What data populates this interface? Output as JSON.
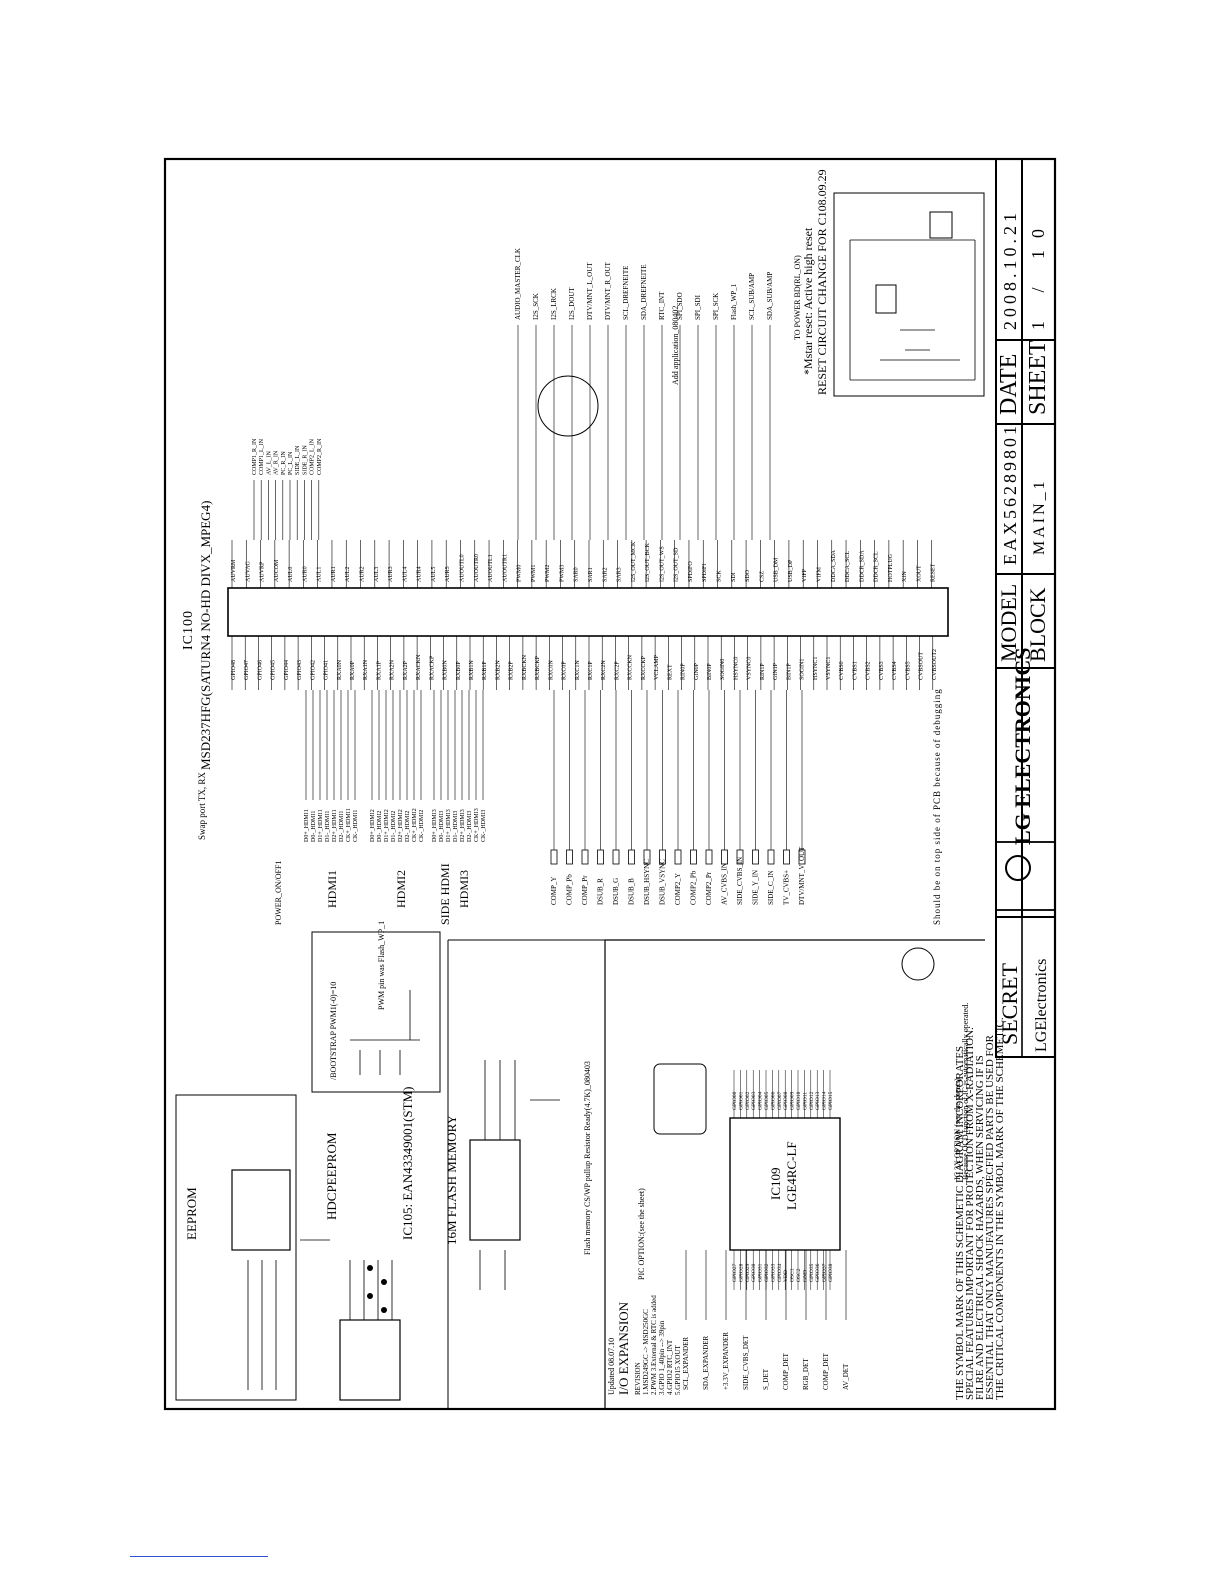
{
  "title_block": {
    "model_label": "MODEL",
    "model_value": "EAX56289801",
    "block_label": "BLOCK",
    "block_value": "MAIN_1",
    "date_label": "DATE",
    "date_value": "2008.10.21",
    "sheet_label": "SHEET",
    "sheet_value": "1 / 10",
    "secret_label": "SECRET",
    "company_small": "LGElectronics",
    "company_logo_text": "LG ELECTRONICS"
  },
  "notes": {
    "safety_lines": [
      "THE SYMBOL MARK OF THIS SCHEMETIC DIAGRAM INCORPORATES",
      "SPECIAL FEATURES IMPORTANT FOR PROTECTION FROM X-RADIATION.",
      "FILRE AND ELECTRICAL SHOCK HAZARDS, WHEN SERVICING IF IS",
      "ESSENTIAL THAT ONLY MANUFATURES SPECFIED PARTS BE USED FOR",
      "THE CRITICAL COMPONENTS IN THE SYMBOL MARK OF THE SCHEMETIC."
    ],
    "debug_note": "Should be on top side of PCB because of debugging",
    "reset_note_1": "*Mstar reset: Active high reset",
    "reset_note_2": "RESET CIRCUIT CHANGE FOR C108.09.29"
  },
  "blocks": {
    "ic100_ref": "IC100",
    "ic100_part": "MSD237HFG(SATURN4 NO-HD DIVX_MPEG4)",
    "eeprom_title": "EEPROM",
    "hdcp_title": "HDCPEEPROM",
    "ic105_label": "IC105: EAN43349001(STM)",
    "flash_title": "16M FLASH MEMORY",
    "io_title": "I/O EXPANSION",
    "ic109_ref": "IC109",
    "ic109_part": "LGE4RC-LF",
    "bootstrap_title": "/BOOTSTRAP PWM1(-0)=10",
    "hdmi1": "HDMI1",
    "hdmi2": "HDMI2",
    "side_hdmi": "SIDE HDMI",
    "hdmi3": "HDMI3",
    "swap_port": "Swap port TX, RX",
    "flash_note": "Flash memory CS/WP pullup Resistor Ready(4.7K)_080403",
    "updated": "Updated 08.07.10",
    "revision_lines": [
      "REVISION",
      "1.MSD249GC -> MSD250GC",
      "2.PWM 3.External & RTC is added",
      "3.GPIO 1_40pin --> 39pin",
      "4.GPIO2 RTC_INT",
      "5.GPIO15 XOUT"
    ],
    "optn_note": "PIC OPTION:(see the sheet)",
    "add_application": "Add application_080402",
    "power_on_off": "POWER_ON/OFF1",
    "pwm_note": "PWM pin was Flash_WP_1",
    "tnf": "TO POWER BD(RL_ON)",
    "ics_note_1": "IC 3X OPTION (see the sheets)",
    "ics_note_2": "Because OCD function of IC is automatically operated."
  },
  "nets": {
    "audio_in": [
      "COMP1_R_IN",
      "COMP1_L_IN",
      "AV_L_IN",
      "AV_R_IN",
      "PC_R_IN",
      "PC_L_IN",
      "SIDE_L_IN",
      "SIDE_R_IN",
      "COMP2_L_IN",
      "COMP2_R_IN"
    ],
    "hdmi1_pins": [
      "D0+_HDMI1",
      "D0-_HDMI1",
      "D1+_HDMI1",
      "D1-_HDMI1",
      "D2+_HDMI1",
      "D2-_HDMI1",
      "CK+_HDMI1",
      "CK-_HDMI1"
    ],
    "hdmi2_pins": [
      "D0+_HDMI2",
      "D0-_HDMI2",
      "D1+_HDMI2",
      "D1-_HDMI2",
      "D2+_HDMI2",
      "D2-_HDMI2",
      "CK+_HDMI2",
      "CK-_HDMI2"
    ],
    "hdmi3_pins": [
      "D0+_HDMI3",
      "D0-_HDMI3",
      "D1+_HDMI3",
      "D1-_HDMI3",
      "D2+_HDMI3",
      "D2-_HDMI3",
      "CK+_HDMI3",
      "CK-_HDMI3"
    ],
    "video_in": [
      "COMP_Y",
      "COMP_Pb",
      "COMP_Pr",
      "DSUB_R",
      "DSUB_G",
      "DSUB_B",
      "DSUB_HSYNC",
      "DSUB_VSYNC",
      "COMP2_Y",
      "COMP2_Pb",
      "COMP2_Pr",
      "AV_CVBS_IN",
      "SIDE_CVBS_IN",
      "SIDE_Y_IN",
      "SIDE_C_IN",
      "TV_CVBS+",
      "DTV/MNT_V_OUT"
    ],
    "right_nets": [
      "AUDIO_MASTER_CLK",
      "I2S_SCK",
      "I2S_LRCK",
      "I2S_DOUT",
      "DTV/MNT_L_OUT",
      "DTV/MNT_R_OUT",
      "SCL_DREFNEITE",
      "SDA_DREFNEITE",
      "RTC_INT",
      "SPI_SDO",
      "SPI_SDI",
      "SPI_SCK",
      "Flash_WP_1",
      "SCL_SUB/AMP",
      "SDA_SUB/AMP"
    ],
    "expander": [
      "SCL_EXPANDER",
      "SDA_EXPANDER",
      "+3.3V_EXPANDER",
      "SIDE_CVBS_DET",
      "S_DET",
      "COMP_DET",
      "RGB_DET",
      "COMP_DET",
      "AV_DET"
    ]
  },
  "ic100_left_pins": [
    "GPIO48",
    "GPIO47",
    "GPIO46",
    "GPIO45",
    "GPIO44",
    "GPIO43",
    "GPIO42",
    "GPIO41",
    "RXA0N",
    "RXA0P",
    "RXA1N",
    "RXA1P",
    "RXA2N",
    "RXA2P",
    "RXACKN",
    "RXACKP",
    "RXB0N",
    "RXB0P",
    "RXB1N",
    "RXB1P",
    "RXB2N",
    "RXB2P",
    "RXBCKN",
    "RXBCKP",
    "RXC0N",
    "RXC0P",
    "RXC1N",
    "RXC1P",
    "RXC2N",
    "RXC2P",
    "RXCCKN",
    "RXCCKP",
    "VCLAMP",
    "REXT",
    "RIN0P",
    "GIN0P",
    "BIN0P",
    "SOGIN0",
    "HSYNC0",
    "VSYNC0",
    "RIN1P",
    "GIN1P",
    "BIN1P",
    "SOGIN1",
    "HSYNC1",
    "VSYNC1",
    "CVBS0",
    "CVBS1",
    "CVBS2",
    "CVBS3",
    "CVBS4",
    "CVBS5",
    "CVBSOUT",
    "CVBSOUT2"
  ],
  "ic100_right_pins": [
    "AUVRM",
    "AUVAG",
    "AUVRP",
    "AUCOM",
    "AUL0",
    "AUR0",
    "AUL1",
    "AUR1",
    "AUL2",
    "AUR2",
    "AUL3",
    "AUR3",
    "AUL4",
    "AUR4",
    "AUL5",
    "AUR5",
    "AUOUTL0",
    "AUOUTR0",
    "AUOUTL1",
    "AUOUTR1",
    "PWM0",
    "PWM1",
    "PWM2",
    "PWM3",
    "SAR0",
    "SAR1",
    "SAR2",
    "SAR3",
    "I2S_OUT_MCK",
    "I2S_OUT_BCK",
    "I2S_OUT_WS",
    "I2S_OUT_SD",
    "SPDIFO",
    "SPDIFI",
    "SCK",
    "SDI",
    "SDO",
    "CSZ",
    "USB_DM",
    "USB_DP",
    "VIFP",
    "VIFM",
    "DDCA_SDA",
    "DDCA_SCL",
    "DDCR_SDA",
    "DDCR_SCL",
    "HOTPLUG",
    "XIN",
    "XOUT",
    "RESET"
  ],
  "ic109_left_pins": [
    "GPIO27",
    "GPIO28",
    "GPIO29",
    "GPIO30",
    "GPIO31",
    "GPIO32",
    "GPIO33",
    "GPIO34",
    "VDD",
    "OSC1",
    "OSC2",
    "GND",
    "GPIO35",
    "GPIO36",
    "GPIO37",
    "GPIO38"
  ],
  "ic109_right_pins": [
    "GPIO00",
    "GPIO01",
    "GPIO02",
    "GPIO03",
    "GPIO04",
    "GPIO05",
    "GPIO06",
    "GPIO07",
    "GPIO08",
    "GPIO09",
    "GPIO10",
    "GPIO11",
    "GPIO12",
    "GPIO13",
    "GPIO14",
    "GPIO15"
  ]
}
